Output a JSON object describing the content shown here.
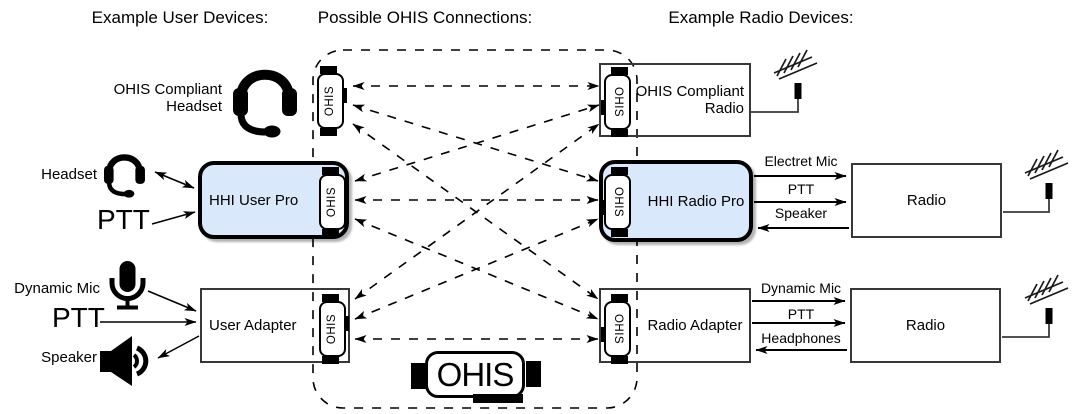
{
  "headers": {
    "user_devices": "Example User Devices:",
    "connections": "Possible OHIS Connections:",
    "radio_devices": "Example Radio Devices:"
  },
  "ohis": {
    "connector_label": "OHIS",
    "logo_label": "OHIS"
  },
  "left": {
    "compliant_headset": {
      "line1": "OHIS Compliant",
      "line2": "Headset"
    },
    "headset_label": "Headset",
    "ptt_top_label": "PTT",
    "hhi_user_pro_label": "HHI User Pro",
    "dynamic_mic_label": "Dynamic Mic",
    "ptt_bottom_label": "PTT",
    "speaker_label": "Speaker",
    "user_adapter_label": "User Adapter"
  },
  "right": {
    "compliant_radio": {
      "line1": "OHIS Compliant",
      "line2": "Radio"
    },
    "hhi_radio_pro_label": "HHI Radio Pro",
    "radio_adapter_label": "Radio Adapter",
    "radio_top_label": "Radio",
    "radio_bottom_label": "Radio",
    "pro_wires": [
      "Electret Mic",
      "PTT",
      "Speaker"
    ],
    "adapter_wires": [
      "Dynamic Mic",
      "PTT",
      "Headphones"
    ]
  },
  "colors": {
    "highlight_fill": "#dae8fc",
    "stroke": "#000000",
    "thin_box_border": "#383838"
  }
}
